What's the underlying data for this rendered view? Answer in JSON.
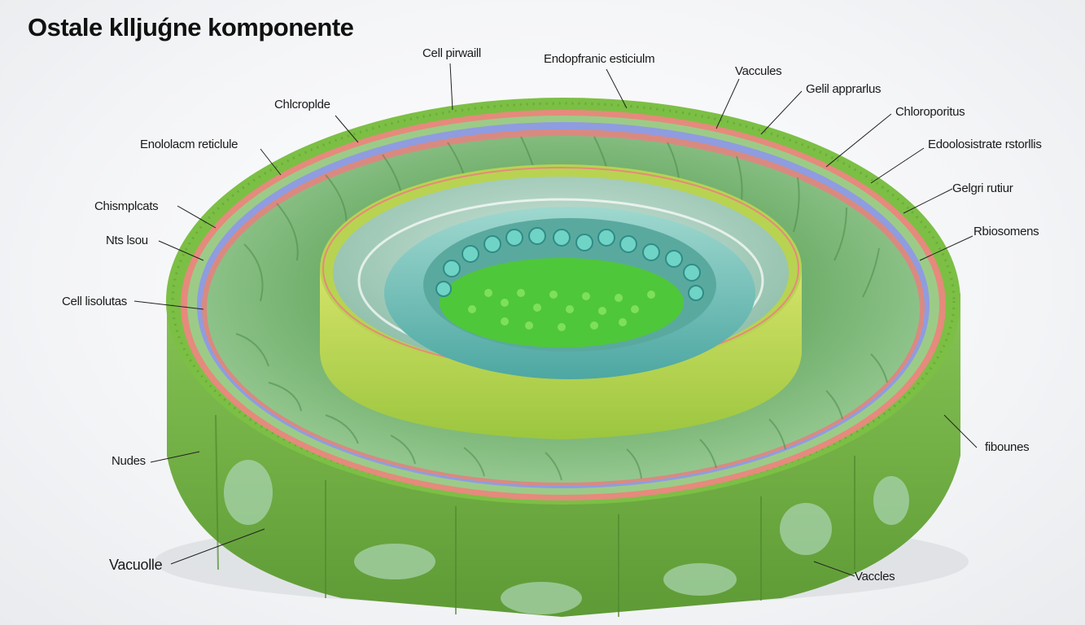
{
  "title": "Ostale klljuǵne komponente",
  "labels": {
    "cell_wall": "Cell pirwaill",
    "endoplasmic_top": "Endopfranic esticiulm",
    "vaccules_top": "Vaccules",
    "golgi_apparatus": "Gelil apprarlus",
    "chloroplast_left": "Chlcroplde",
    "chloroplasts_right": "Chloroporitus",
    "endoplasmic_left": "Enololacm reticlule",
    "endoplasmic_right": "Edoolosistrate rstorllis",
    "chloroplasts_left": "Chismplcats",
    "golgi_right": "Gelgri rutiur",
    "nucleolus_left": "Nts lsou",
    "ribosomes_right": "Rbiosomens",
    "cell_lisolutas": "Cell lisolutas",
    "ribosomes_lower": "fibounes",
    "nucleus_left": "Nudes",
    "vacuole_left": "Vacuolle",
    "vacuoles_bottom": "Vaccles"
  },
  "colors": {
    "outer_green": "#7cbf45",
    "inner_chamber": "#8dc08a",
    "pink_membrane": "#e58a7c",
    "blue_membrane": "#8f9ce0",
    "inner_ring_yellow": "#b8d351",
    "inner_disc": "#9cc9b5",
    "teal_vacuole": "#63b8b4",
    "green_granules": "#4fc73a",
    "teal_granules": "#5cc8bd"
  }
}
